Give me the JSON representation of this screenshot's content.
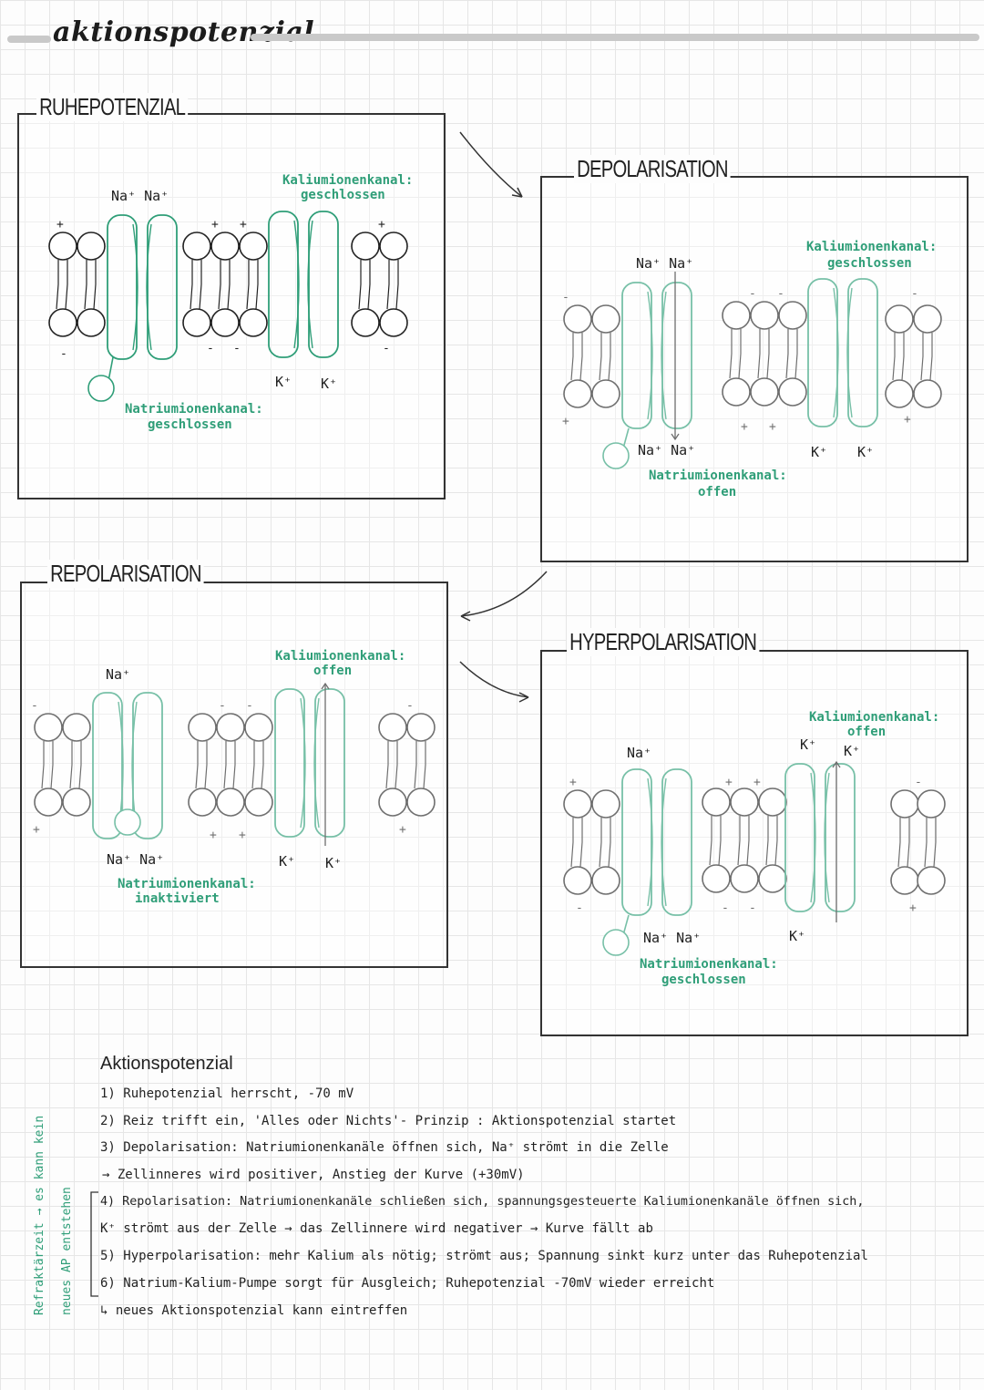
{
  "page": {
    "title": "aktionspotenzial"
  },
  "panels": {
    "ruhe": {
      "title": "RUHEPOTENZIAL",
      "na_top": "Na⁺  Na⁺",
      "k_bottom_1": "K⁺",
      "k_bottom_2": "K⁺",
      "k_channel_label": "Kaliumionenkanal:",
      "k_channel_state": "geschlossen",
      "na_channel_label": "Natriumionenkanal:",
      "na_channel_state": "geschlossen"
    },
    "depol": {
      "title": "DEPOLARISATION",
      "na_top": "Na⁺  Na⁺",
      "na_bottom": "Na⁺  Na⁺",
      "k_bottom_1": "K⁺",
      "k_bottom_2": "K⁺",
      "k_channel_label": "Kaliumionenkanal:",
      "k_channel_state": "geschlossen",
      "na_channel_label": "Natriumionenkanal:",
      "na_channel_state": "offen"
    },
    "repol": {
      "title": "REPOLARISATION",
      "na_top": "Na⁺",
      "na_bottom": "Na⁺  Na⁺",
      "k_bottom_1": "K⁺",
      "k_bottom_2": "K⁺",
      "k_channel_label": "Kaliumionenkanal:",
      "k_channel_state": "offen",
      "na_channel_label": "Natriumionenkanal:",
      "na_channel_state": "inaktiviert"
    },
    "hyper": {
      "title": "HYPERPOLARISATION",
      "na_top": "Na⁺",
      "na_bottom": "Na⁺  Na⁺",
      "k_top_1": "K⁺",
      "k_top_2": "K⁺",
      "k_bottom_1": "K⁺",
      "k_channel_label": "Kaliumionenkanal:",
      "k_channel_state": "offen",
      "na_channel_label": "Natriumionenkanal:",
      "na_channel_state": "geschlossen"
    }
  },
  "notes": {
    "heading": "Aktionspotenzial",
    "lines": [
      "1) Ruhepotenzial herrscht, -70 mV",
      "2) Reiz trifft ein, 'Alles oder Nichts'- Prinzip : Aktionspotenzial startet",
      "3) Depolarisation: Natriumionenkanäle öffnen sich, Na⁺ strömt in die Zelle",
      "→ Zellinneres wird positiver, Anstieg der Kurve (+30mV)",
      "4) Repolarisation: Natriumionenkanäle schließen sich, spannungsgesteuerte Kaliumionenkanäle öffnen sich,",
      "K⁺ strömt aus der Zelle → das Zellinnere wird negativer → Kurve fällt ab",
      "5) Hyperpolarisation: mehr Kalium als nötig; strömt aus; Spannung sinkt kurz unter das Ruhepotenzial",
      "6) Natrium-Kalium-Pumpe sorgt für Ausgleich; Ruhepotenzial -70mV wieder erreicht",
      "↳ neues Aktionspotenzial kann eintreffen"
    ],
    "side_note_1": "Refraktärzeit → es kann kein",
    "side_note_2": "neues AP entstehen"
  },
  "colors": {
    "accent": "#2f9e78",
    "ink": "#222222",
    "grid": "#e6e6e6"
  }
}
